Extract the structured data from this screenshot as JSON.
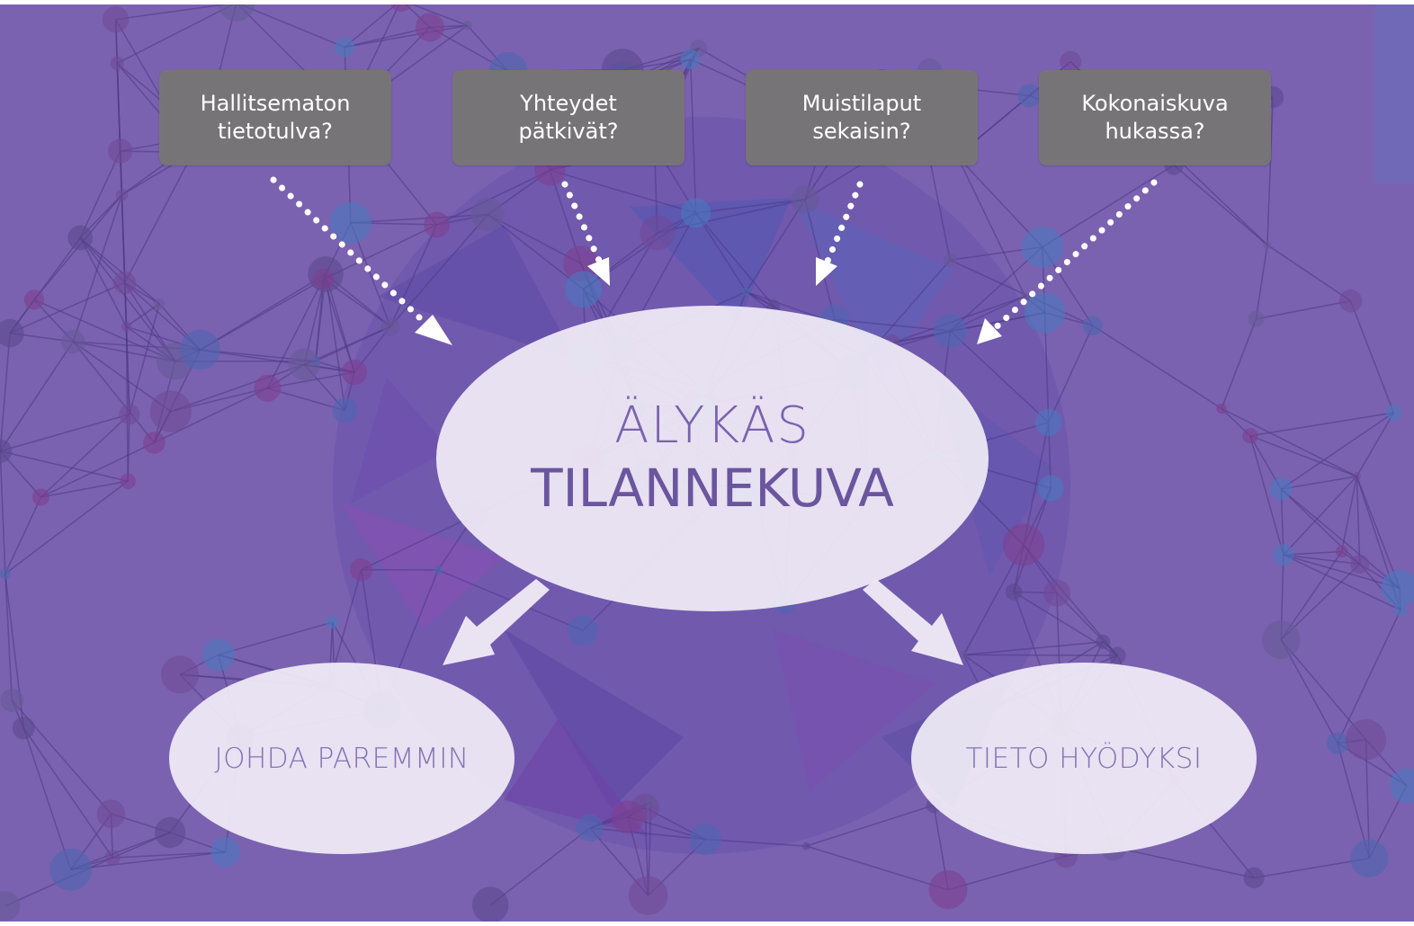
{
  "colors": {
    "background": "#7a62b0",
    "question_box": "#777477",
    "ellipse_fill": "#f0ecf6",
    "title_text": "#7a62b0",
    "label_text": "#8474b4"
  },
  "questions": [
    {
      "line1": "Hallitsematon",
      "line2": "tietotulva?"
    },
    {
      "line1": "Yhteydet",
      "line2": "pätkivät?"
    },
    {
      "line1": "Muistilaput",
      "line2": "sekaisin?"
    },
    {
      "line1": "Kokonaiskuva",
      "line2": "hukassa?"
    }
  ],
  "center": {
    "line1": "ÄLYKÄS",
    "line2": "TILANNEKUVA"
  },
  "outcomes": {
    "left": "JOHDA PAREMMIN",
    "right": "TIETO HYÖDYKSI"
  },
  "icons": [
    "network-background",
    "dotted-arrow-icon",
    "solid-arrow-icon"
  ]
}
